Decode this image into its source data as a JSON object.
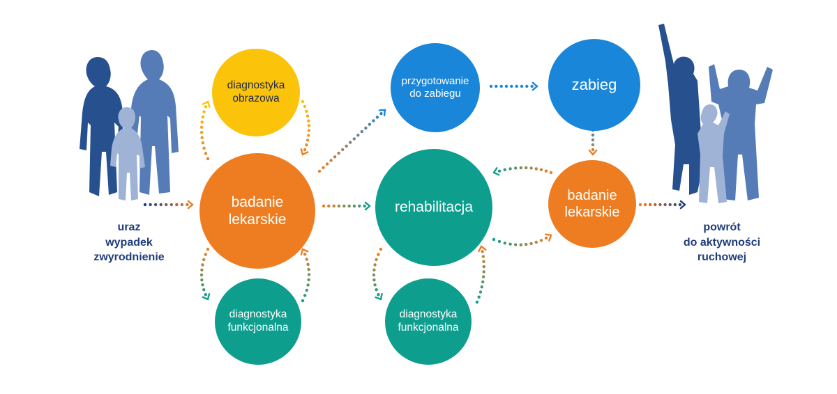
{
  "colors": {
    "orange": "#ee7d22",
    "teal": "#0e9e8e",
    "blue": "#1a86d9",
    "yellow": "#fcc30b",
    "navy": "#1f3d7a",
    "person_dark": "#27508f",
    "person_mid": "#557cb6",
    "person_light": "#9fb3d6"
  },
  "nodes": {
    "diagnostyka_obrazowa": {
      "label": "diagnostyka\nobrazowa",
      "color": "yellow"
    },
    "badanie_lekarskie_1": {
      "label": "badanie\nlekarskie",
      "color": "orange"
    },
    "diagnostyka_funkcjonalna_1": {
      "label": "diagnostyka\nfunkcjonalna",
      "color": "teal"
    },
    "przygotowanie": {
      "label": "przygotowanie\ndo zabiegu",
      "color": "blue"
    },
    "zabieg": {
      "label": "zabieg",
      "color": "blue"
    },
    "rehabilitacja": {
      "label": "rehabilitacja",
      "color": "teal"
    },
    "diagnostyka_funkcjonalna_2": {
      "label": "diagnostyka\nfunkcjonalna",
      "color": "teal"
    },
    "badanie_lekarskie_2": {
      "label": "badanie\nlekarskie",
      "color": "orange"
    }
  },
  "captions": {
    "start": "uraz\nwypadek\nzwyrodnienie",
    "end": "powrót\ndo aktywności\nruchowej"
  },
  "icons": {
    "start": "family-silhouette-icon",
    "end": "celebrating-family-silhouette-icon"
  }
}
